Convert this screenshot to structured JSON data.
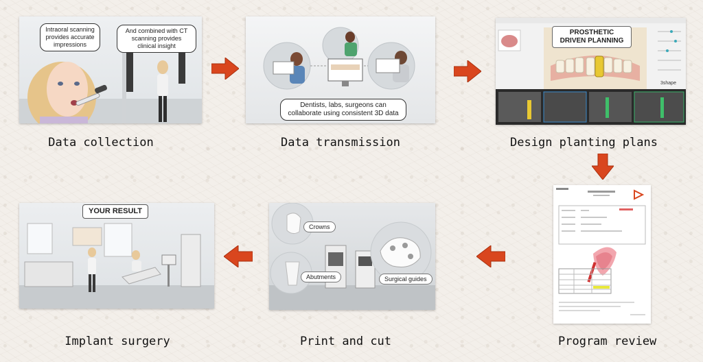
{
  "steps": [
    {
      "caption": "Data collection"
    },
    {
      "caption": "Data transmission"
    },
    {
      "caption": "Design planting plans"
    },
    {
      "caption": "Program review"
    },
    {
      "caption": "Print and cut"
    },
    {
      "caption": "Implant surgery"
    }
  ],
  "panel1": {
    "bubble_left": "Intraoral scanning provides accurate impressions",
    "bubble_right": "And combined with CT scanning provides clinical insight"
  },
  "panel2": {
    "bubble": "Dentists, labs, surgeons can collaborate using consistent 3D data"
  },
  "panel3": {
    "banner": "PROSTHETIC DRIVEN PLANNING",
    "brand": "3shape"
  },
  "panel5": {
    "label_crowns": "Crowns",
    "label_abutments": "Abutments",
    "label_guides": "Surgical guides"
  },
  "panel6": {
    "banner": "YOUR RESULT"
  },
  "colors": {
    "arrow": "#d9461e",
    "arrow_edge": "#a8300f"
  }
}
